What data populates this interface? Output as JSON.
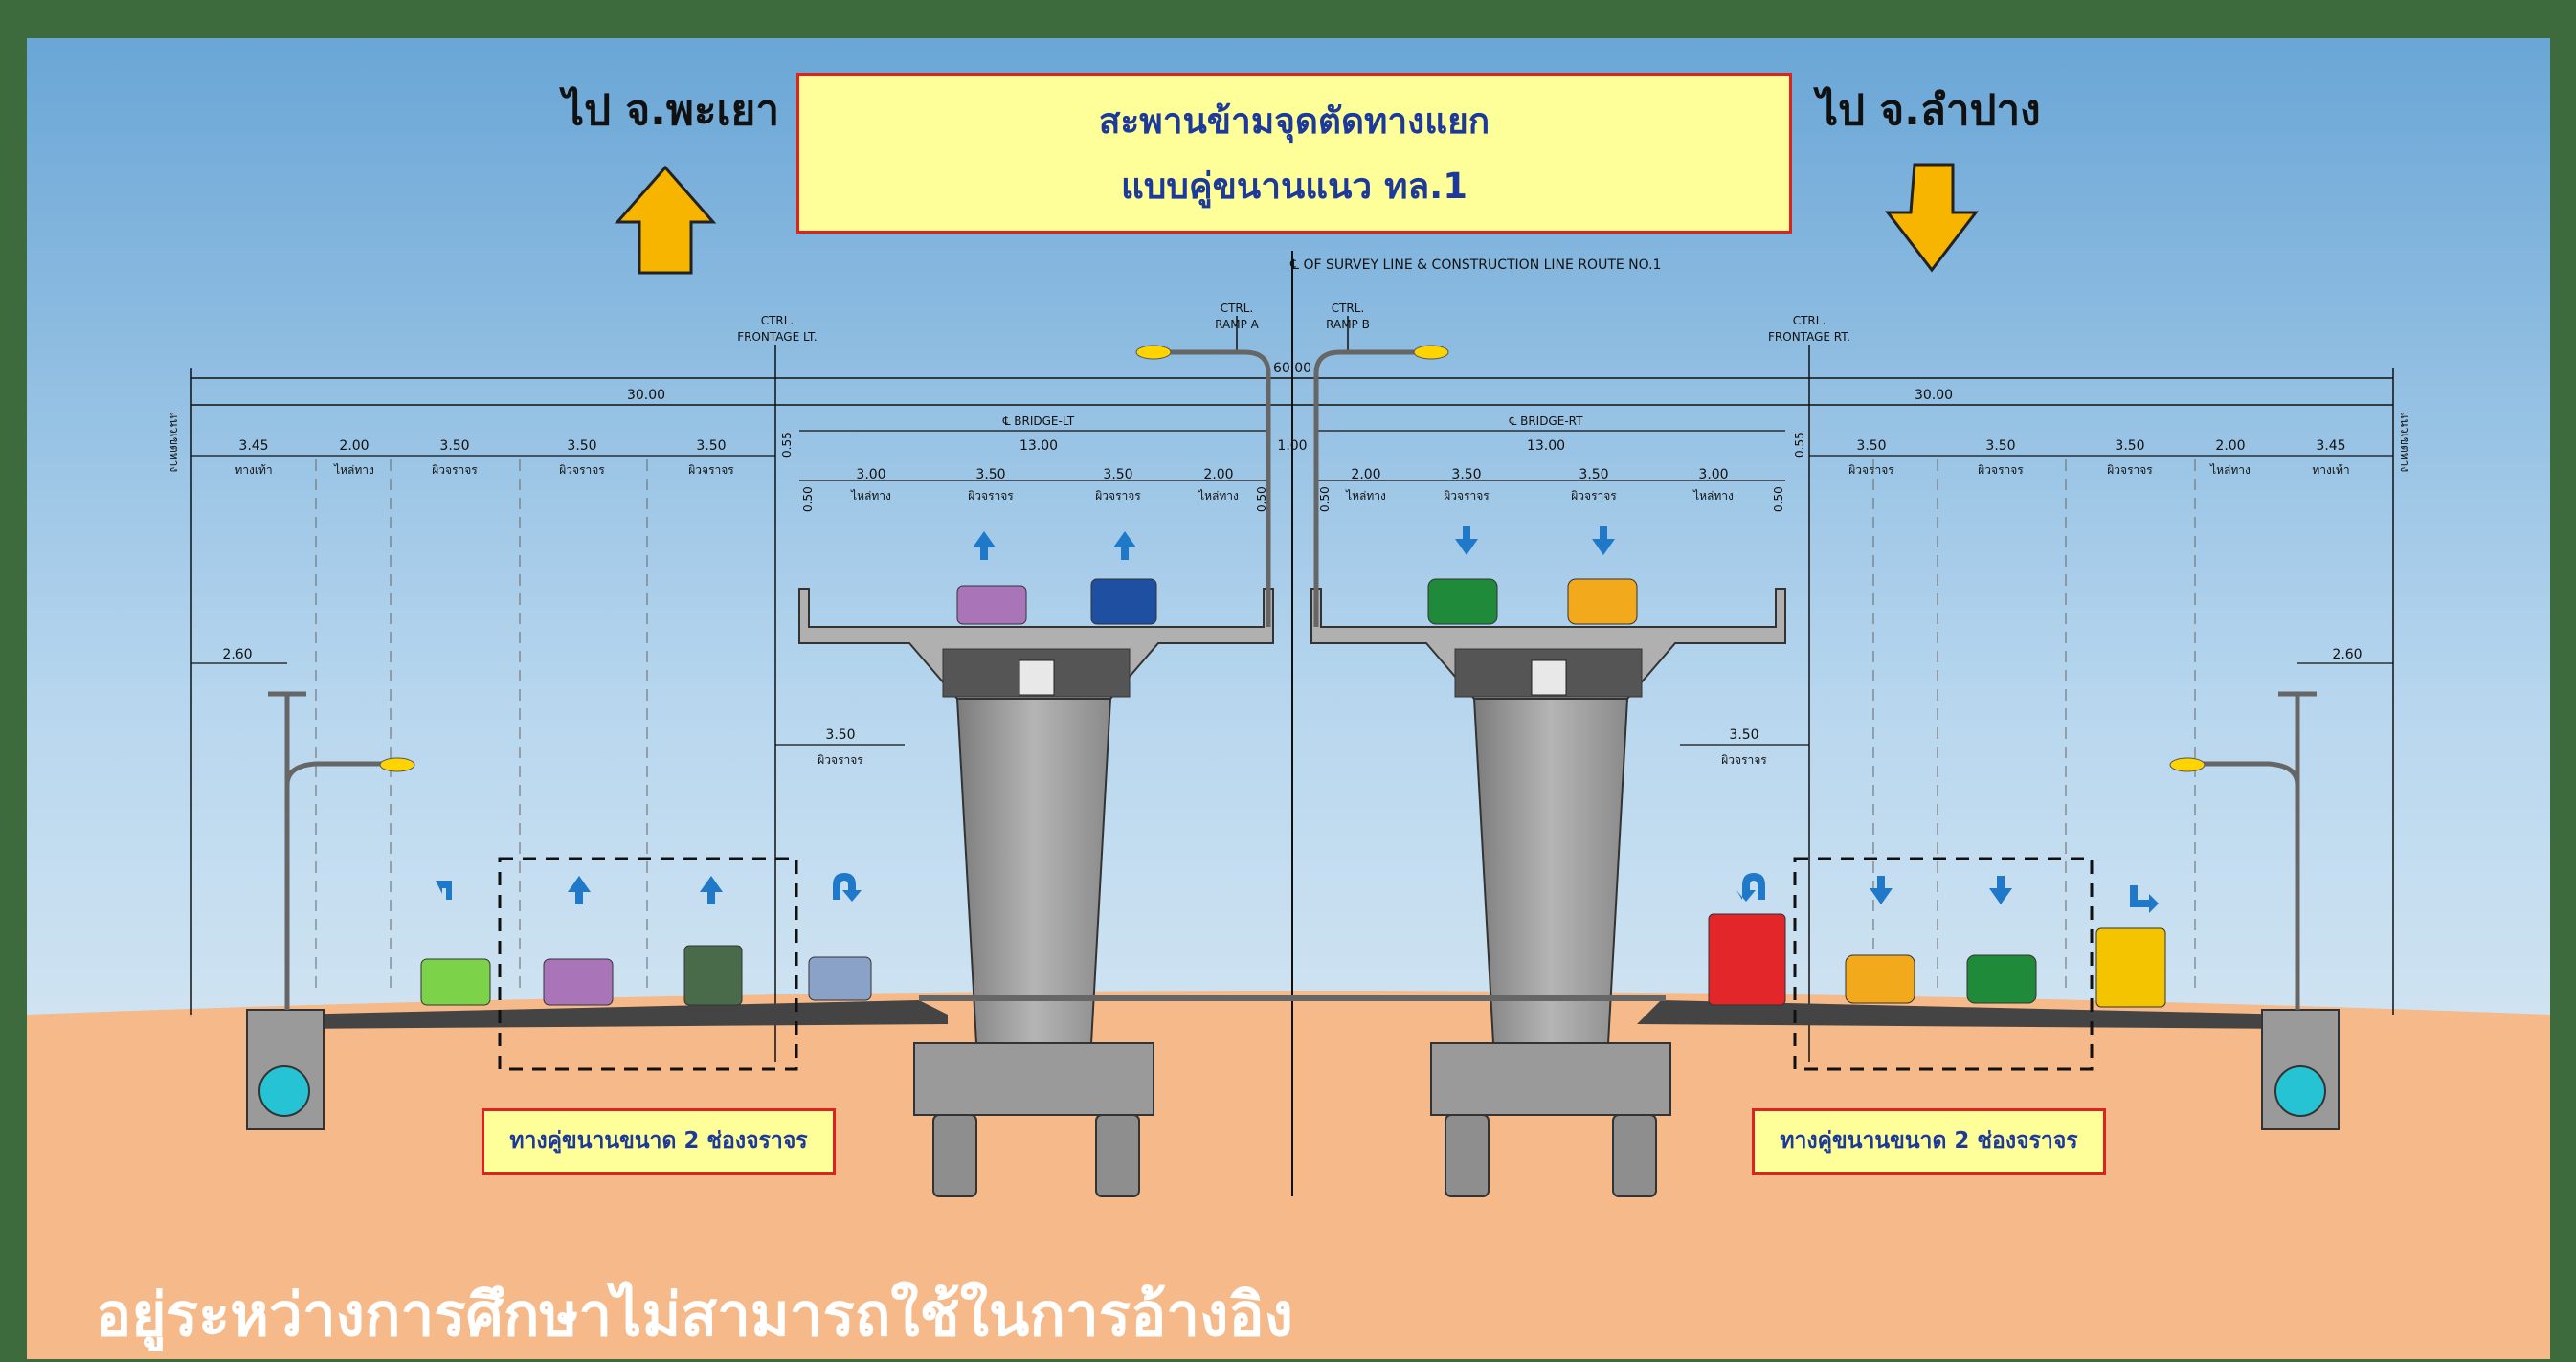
{
  "title": {
    "line1": "สะพานข้ามจุดตัดทางแยก",
    "line2": "แบบคู่ขนานแนว ทล.1"
  },
  "direction_left": "ไป จ.พะเยา",
  "direction_right": "ไป จ.ลำปาง",
  "survey_line": "℄ OF SURVEY LINE & CONSTRUCTION LINE ROUTE NO.1",
  "control_lines": {
    "frontage_lt": [
      "CTRL.",
      "FRONTAGE LT."
    ],
    "ramp_a": [
      "CTRL.",
      "RAMP A"
    ],
    "ramp_b": [
      "CTRL.",
      "RAMP B"
    ],
    "frontage_rt": [
      "CTRL.",
      "FRONTAGE RT."
    ]
  },
  "dimensions": {
    "total": "60.00",
    "half_left": "30.00",
    "half_right": "30.00",
    "bridge_lt": "℄ BRIDGE-LT",
    "bridge_rt": "℄ BRIDGE-RT",
    "bridge_width_lt": "13.00",
    "bridge_width_rt": "13.00",
    "median": "1.00",
    "left_top_segments": [
      "3.45",
      "2.00",
      "3.50",
      "3.50",
      "3.50",
      "0.55"
    ],
    "left_top_labels": [
      "ทางเท้า",
      "ไหล่ทาง",
      "ผิวจราจร",
      "ผิวจราจร",
      "ผิวจราจร"
    ],
    "bridge_lt_segments": [
      "0.50",
      "3.00",
      "3.50",
      "3.50",
      "2.00",
      "0.50"
    ],
    "bridge_lt_labels": [
      "ไหล่ทาง",
      "ผิวจราจร",
      "ผิวจราจร",
      "ไหล่ทาง"
    ],
    "bridge_rt_segments": [
      "0.50",
      "2.00",
      "3.50",
      "3.50",
      "3.00",
      "0.50"
    ],
    "bridge_rt_labels": [
      "ไหล่ทาง",
      "ผิวจราจร",
      "ผิวจราจร",
      "ไหล่ทาง"
    ],
    "right_top_segments": [
      "0.55",
      "3.50",
      "3.50",
      "3.50",
      "2.00",
      "3.45"
    ],
    "right_top_labels": [
      "ผิวจราจร",
      "ผิวจราจร",
      "ผิวจราจร",
      "ไหล่ทาง",
      "ทางเท้า"
    ],
    "lamp_offset": "2.60",
    "lane_under": "3.50",
    "lane_under_label": "ผิวจราจร",
    "row_label": "แนวเขตทาง"
  },
  "frontage_label_left": "ทางคู่ขนานขนาด 2 ช่องจราจร",
  "frontage_label_right": "ทางคู่ขนานขนาด 2 ช่องจราจร",
  "warning": "อยู่ระหว่างการศึกษาไม่สามารถใช้ในการอ้างอิง",
  "colors": {
    "frame": "#3d6b3d",
    "sky_top": "#6aa7d8",
    "sand": "#f5b98a",
    "arrow_yellow": "#f7b500",
    "lane_arrow": "#1f78c8",
    "concrete": "#a6a6a6"
  }
}
